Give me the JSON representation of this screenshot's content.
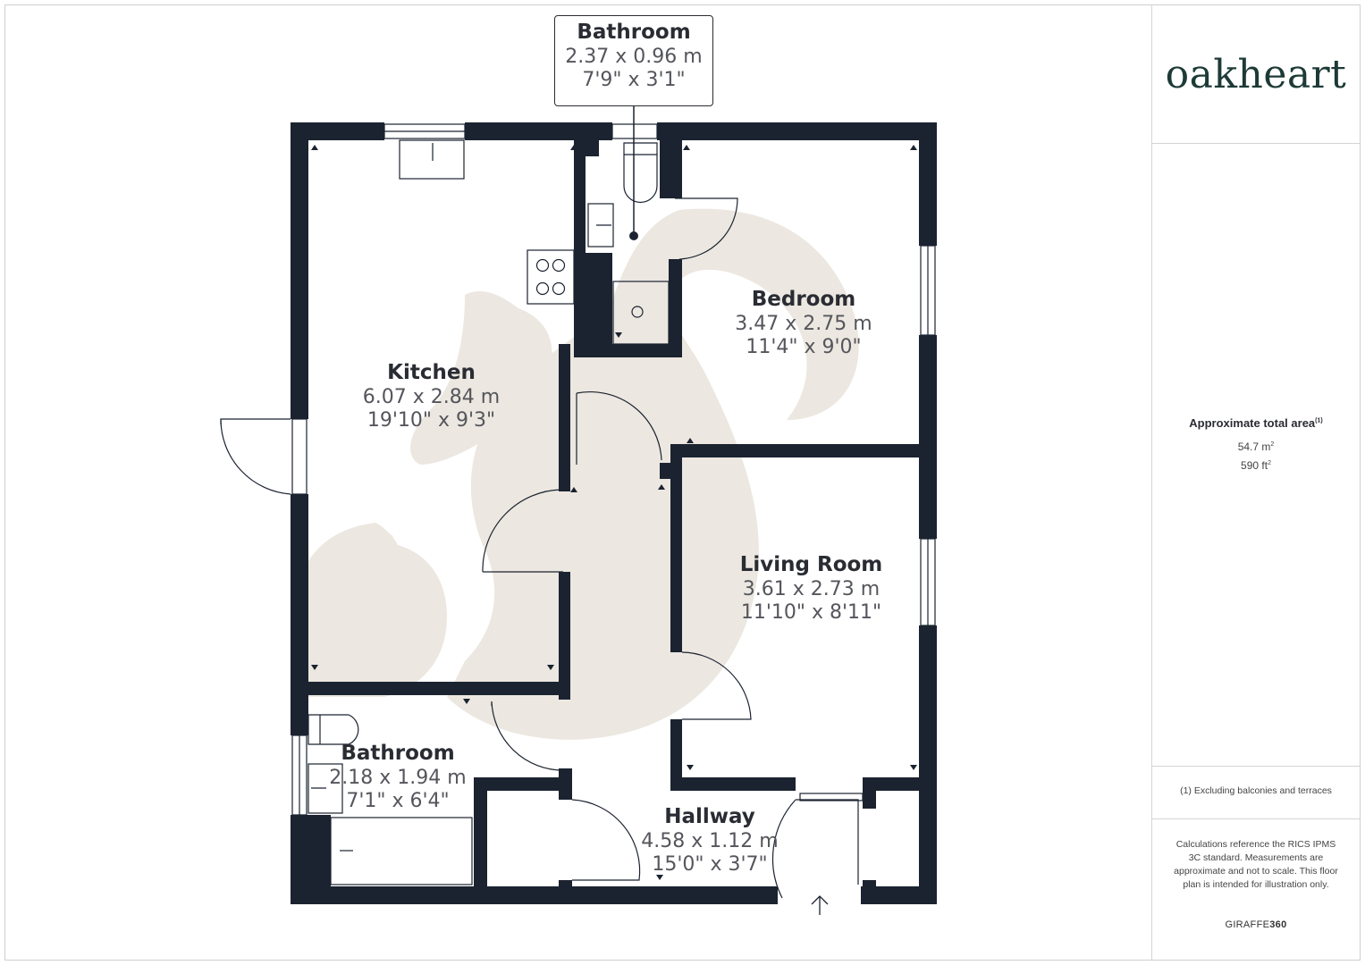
{
  "brand": {
    "logo_text": "oakheart",
    "colors": {
      "logo": "#1d3a36",
      "walls": "#1b2330",
      "watermark": "#ece7e0"
    }
  },
  "rooms": {
    "bathroom_top": {
      "name": "Bathroom",
      "metric": "2.37 x 0.96 m",
      "imperial": "7'9\" x 3'1\""
    },
    "kitchen": {
      "name": "Kitchen",
      "metric": "6.07 x 2.84 m",
      "imperial": "19'10\" x 9'3\""
    },
    "bedroom": {
      "name": "Bedroom",
      "metric": "3.47 x 2.75 m",
      "imperial": "11'4\" x 9'0\""
    },
    "living_room": {
      "name": "Living Room",
      "metric": "3.61 x 2.73 m",
      "imperial": "11'10\" x 8'11\""
    },
    "bathroom_bottom": {
      "name": "Bathroom",
      "metric": "2.18 x 1.94 m",
      "imperial": "7'1\" x 6'4\""
    },
    "hallway": {
      "name": "Hallway",
      "metric": "4.58 x 1.12 m",
      "imperial": "15'0\" x 3'7\""
    }
  },
  "sidebar": {
    "area_title": "Approximate total area",
    "area_note_marker": "(1)",
    "area_m2_value": "54.7 m",
    "area_m2_sup": "2",
    "area_ft2_value": "590 ft",
    "area_ft2_sup": "2",
    "footnote": "(1) Excluding balconies and terraces",
    "disclaimer": "Calculations reference the RICS IPMS 3C standard. Measurements are approximate and not to scale. This floor plan is intended for illustration only.",
    "brand_prefix": "GIRAFFE",
    "brand_suffix": "360"
  }
}
